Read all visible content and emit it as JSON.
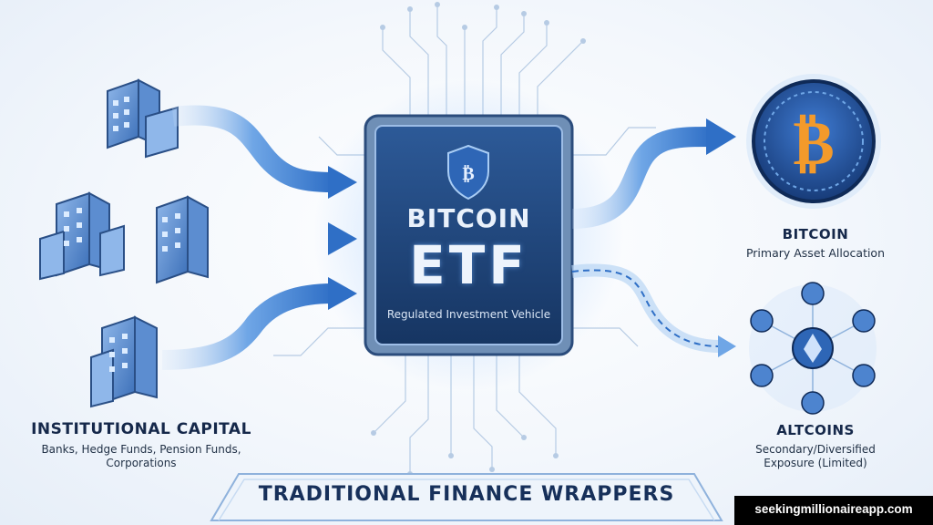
{
  "etf": {
    "line1": "BITCOIN",
    "line2": "ETF",
    "subtitle": "Regulated Investment Vehicle"
  },
  "institutional": {
    "title": "INSTITUTIONAL CAPITAL",
    "subtitle": "Banks, Hedge Funds, Pension Funds, Corporations"
  },
  "bitcoin": {
    "title": "BITCOIN",
    "subtitle": "Primary Asset Allocation"
  },
  "altcoins": {
    "title": "ALTCOINS",
    "subtitle": "Secondary/Diversified Exposure (Limited)"
  },
  "banner": {
    "text": "TRADITIONAL FINANCE WRAPPERS"
  },
  "watermark": {
    "text": "seekingmillionaireapp.com"
  },
  "colors": {
    "primary": "#2c5fa8",
    "accent": "#4a90e2",
    "bitcoin_orange": "#f39a2b",
    "navy": "#15284a"
  },
  "icons": [
    "building-icon",
    "shield-icon",
    "bitcoin-coin-icon",
    "altcoin-network-icon",
    "arrow-icon"
  ]
}
